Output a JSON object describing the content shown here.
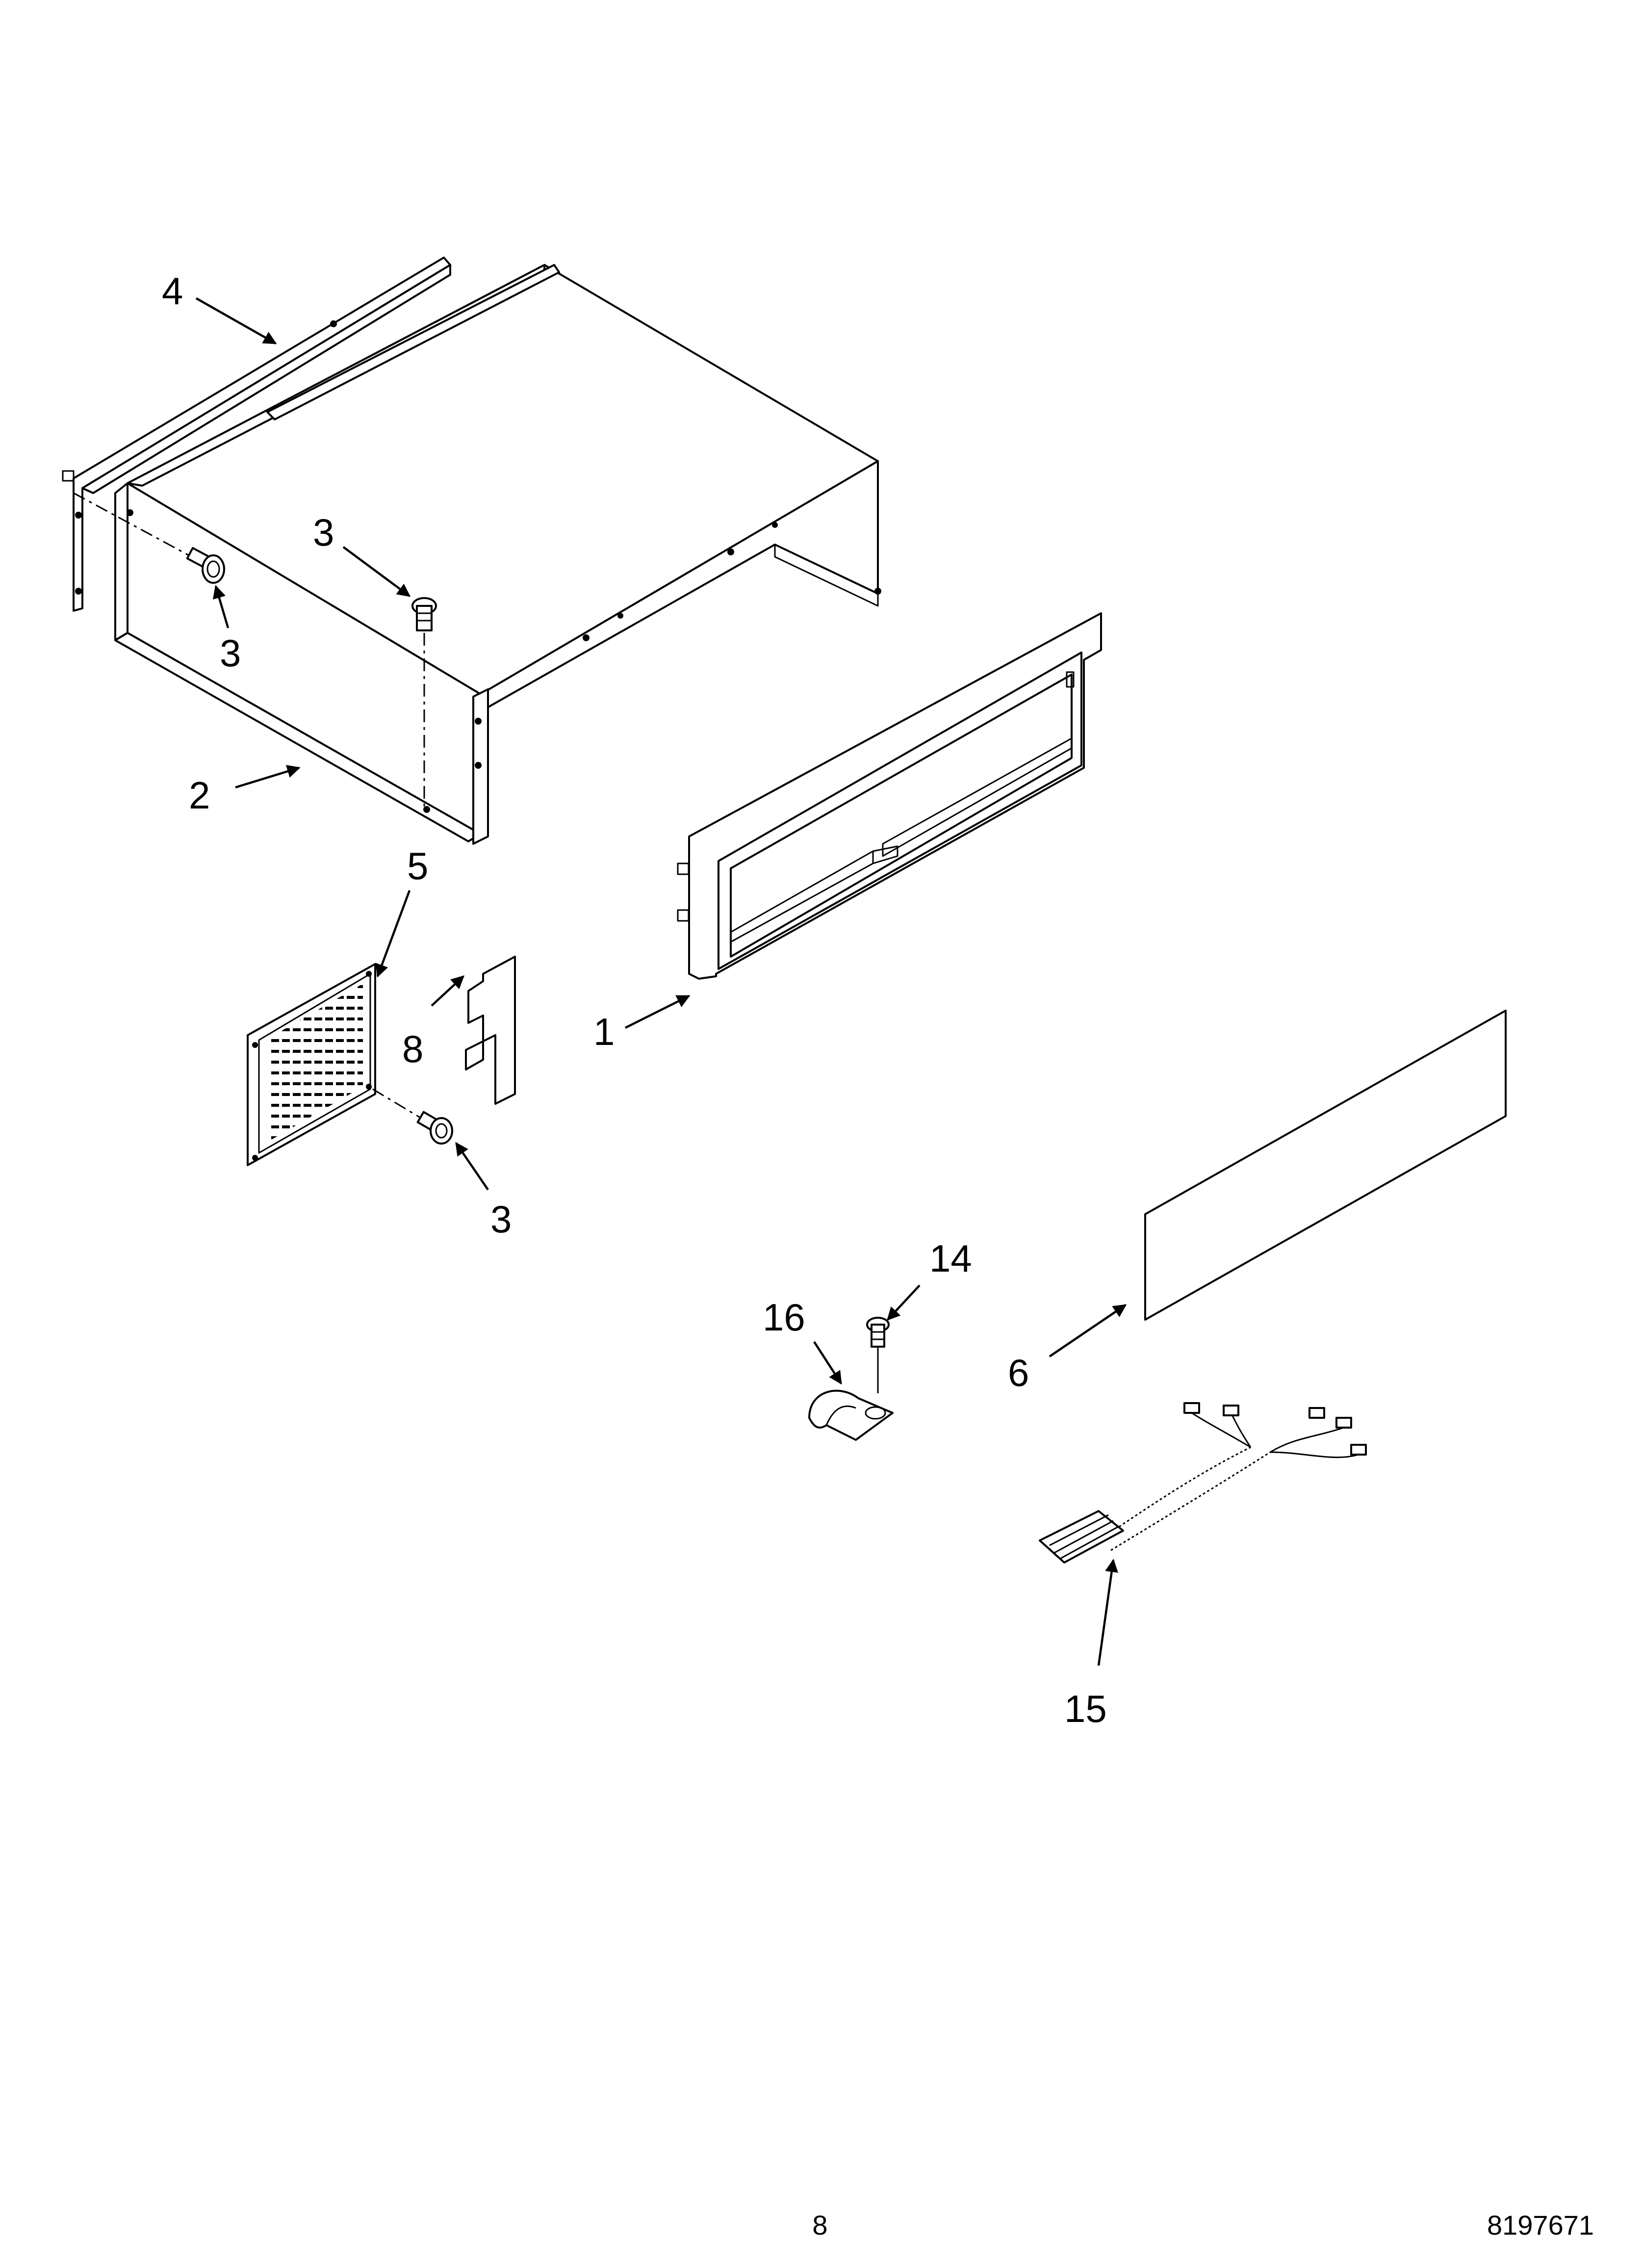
{
  "callouts": {
    "c4": "4",
    "c3_upper_right": "3",
    "c3_upper_left": "3",
    "c2": "2",
    "c5": "5",
    "c8": "8",
    "c1": "1",
    "c3_lower": "3",
    "c14": "14",
    "c16": "16",
    "c6": "6",
    "c15": "15"
  },
  "footer": {
    "page_number": "8",
    "document_number": "8197671"
  }
}
